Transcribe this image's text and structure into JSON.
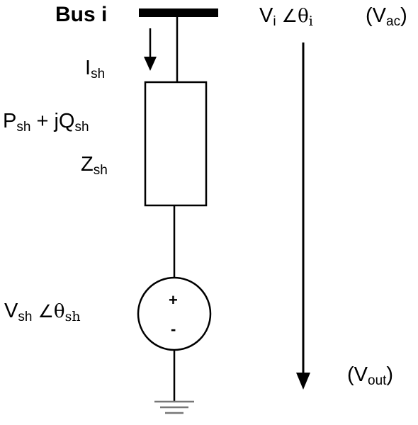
{
  "bus": {
    "name": "Bus i"
  },
  "shunt_current": {
    "symbol": "I",
    "subscript": "sh"
  },
  "power": {
    "p_symbol": "P",
    "p_subscript": "sh",
    "operator": "+ j",
    "q_symbol": "Q",
    "q_subscript": "sh"
  },
  "impedance": {
    "symbol": "Z",
    "subscript": "sh"
  },
  "source": {
    "symbol": "V",
    "subscript": "sh",
    "angle": "∠",
    "theta": "θ",
    "theta_subscript": "sh",
    "plus": "+",
    "minus": "-"
  },
  "bus_voltage": {
    "symbol": "V",
    "subscript": "i",
    "angle": "∠",
    "theta": "θ",
    "theta_subscript": "i"
  },
  "ac_label": {
    "open": "(V",
    "subscript": "ac",
    "close": ")"
  },
  "out_label": {
    "open": "(V",
    "subscript": "out",
    "close": ")"
  },
  "colors": {
    "line": "#000000",
    "ground": "#777777",
    "background": "#ffffff"
  }
}
